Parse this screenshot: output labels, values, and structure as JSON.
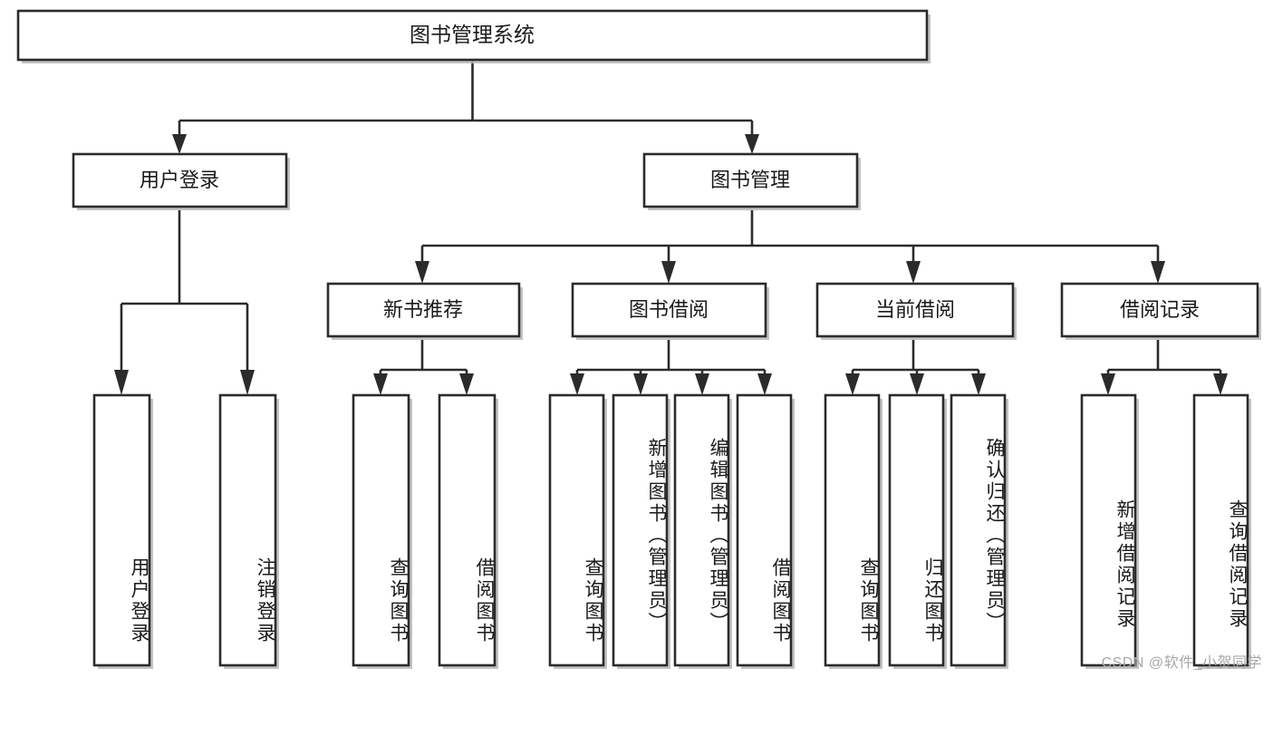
{
  "diagram": {
    "type": "tree",
    "title": "图书管理系统",
    "watermark": "CSDN @软件_小贺同学",
    "colors": {
      "stroke": "#2b2b2b",
      "fill": "#ffffff",
      "text": "#1a1a1a",
      "shadow": "#b9b9b9",
      "watermark": "#a8a8a8"
    },
    "levels": {
      "root": {
        "label": "图书管理系统"
      },
      "level2": [
        {
          "label": "用户登录"
        },
        {
          "label": "图书管理"
        }
      ],
      "level3": [
        {
          "label": "新书推荐"
        },
        {
          "label": "图书借阅"
        },
        {
          "label": "当前借阅"
        },
        {
          "label": "借阅记录"
        }
      ]
    },
    "leaves": {
      "user_login": [
        {
          "label": "用户登录"
        },
        {
          "label": "注销登录"
        }
      ],
      "new_book_recommend": [
        {
          "label": "查询图书"
        },
        {
          "label": "借阅图书"
        }
      ],
      "book_borrow": [
        {
          "label": "查询图书"
        },
        {
          "label": "新增图书（管理员）"
        },
        {
          "label": "编辑图书（管理员）"
        },
        {
          "label": "借阅图书"
        }
      ],
      "current_borrow": [
        {
          "label": "查询图书"
        },
        {
          "label": "归还图书"
        },
        {
          "label": "确认归还（管理员）"
        }
      ],
      "borrow_record": [
        {
          "label": "新增借阅记录"
        },
        {
          "label": "查询借阅记录"
        }
      ]
    }
  }
}
